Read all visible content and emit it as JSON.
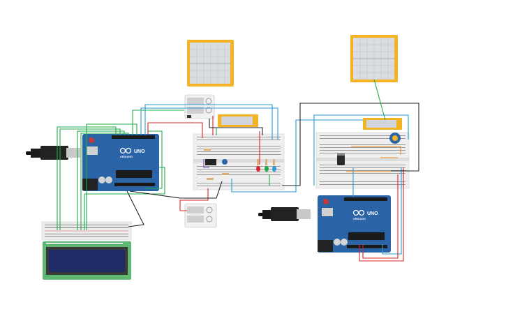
{
  "app": {
    "kind": "circuit-simulator-canvas"
  },
  "colors": {
    "canvas_bg": "#ffffff",
    "arduino_board": "#2a64a6",
    "breadboard": "#efefef",
    "lcd_bezel": "#5fb872",
    "lcd_screen": "#1f2c66",
    "pcb_frame": "#f3b322",
    "scope_grid": "#c9ced3",
    "wire_green": "#22a94a",
    "wire_blue": "#2a9bd6",
    "wire_red": "#d8242c",
    "wire_black": "#222222",
    "wire_orange": "#f08a1a",
    "wire_purple": "#7a3fbf"
  },
  "components": {
    "arduino_left": {
      "label_uno": "UNO",
      "label_brand": "ARDUINO"
    },
    "arduino_right": {
      "label_uno": "UNO",
      "label_brand": "ARDUINO"
    },
    "lcd": {
      "type": "16x2 LCD"
    },
    "scope_left": {
      "type": "oscilloscope"
    },
    "scope_right": {
      "type": "oscilloscope"
    },
    "led_colors": [
      "#d8242c",
      "#22a94a",
      "#2a9bd6"
    ]
  }
}
